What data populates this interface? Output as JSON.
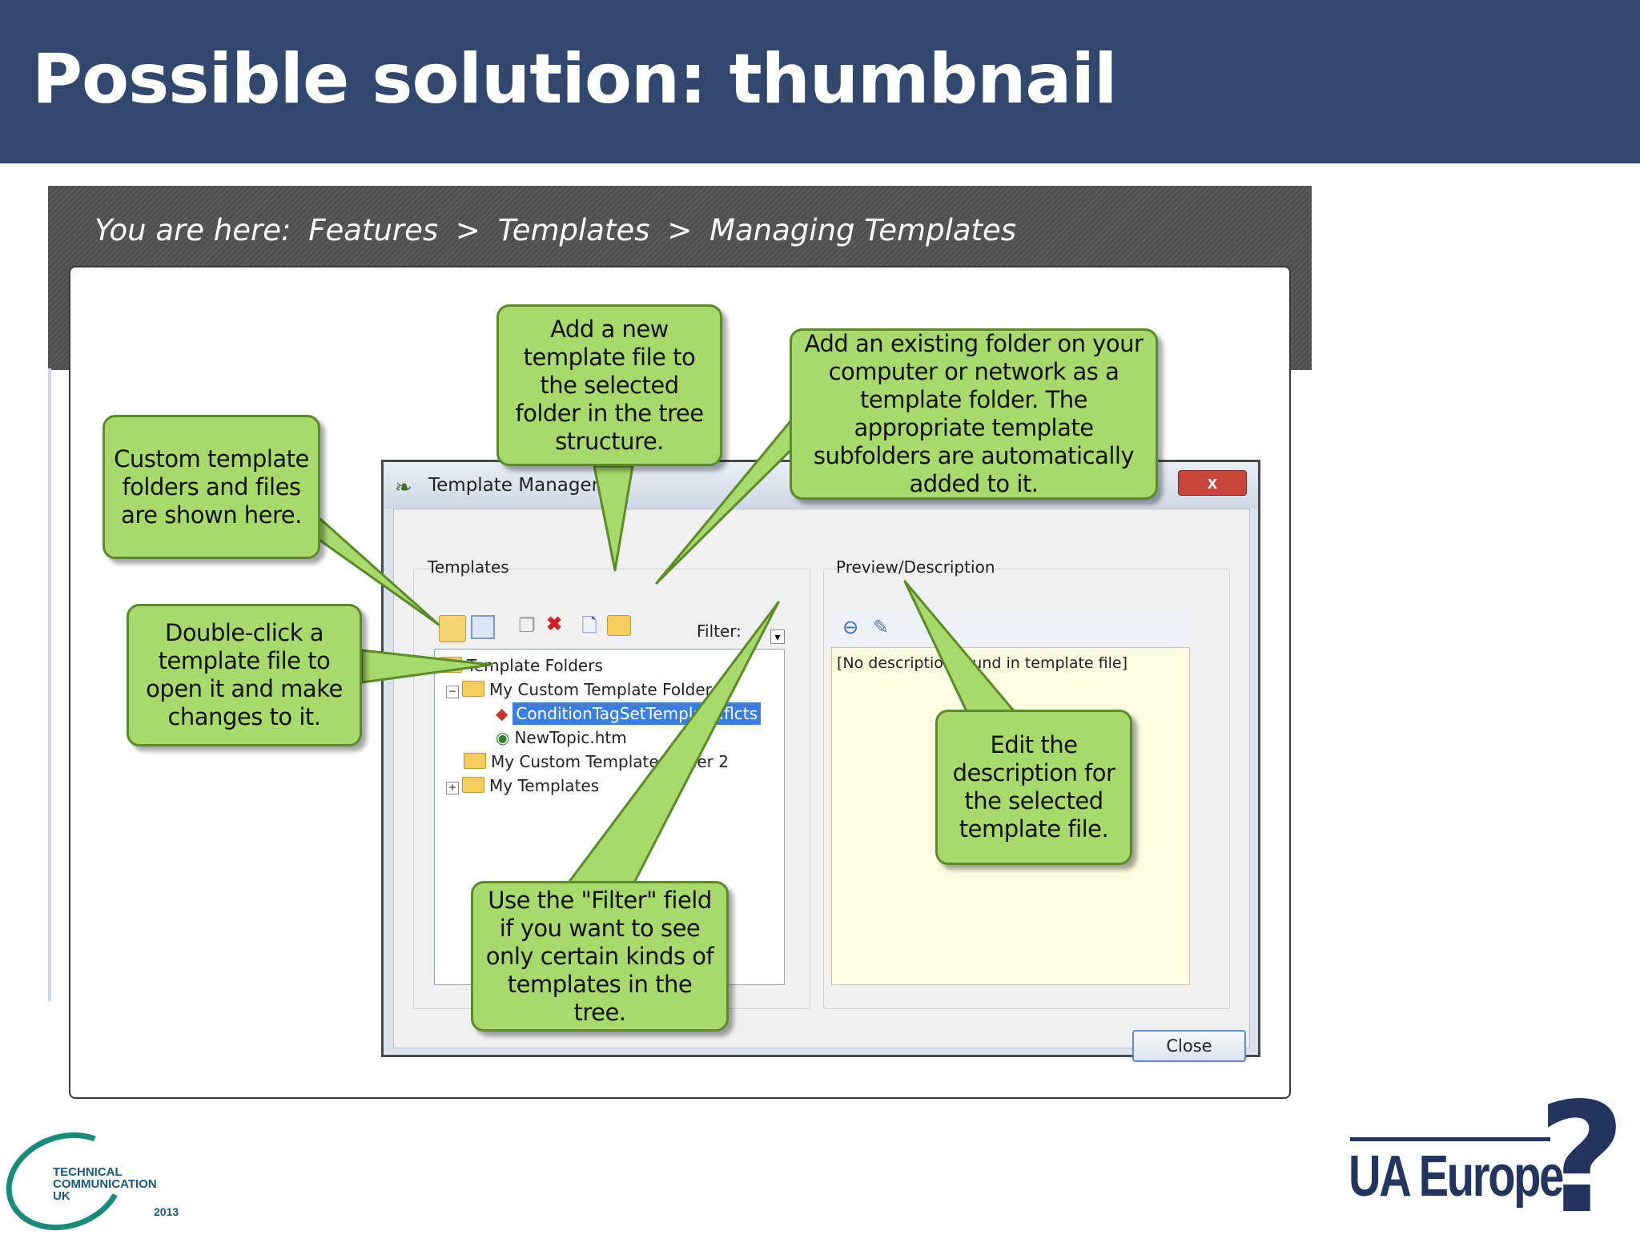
{
  "slide": {
    "title": "Possible solution: thumbnail"
  },
  "breadcrumb": {
    "prefix": "You are here:",
    "items": [
      "Features",
      "Templates",
      "Managing Templates"
    ],
    "separator": ">"
  },
  "dialog": {
    "title": "Template Manager",
    "close_symbol": "x",
    "templates_group_label": "Templates",
    "filter_label": "Filter:",
    "preview_group_label": "Preview/Description",
    "preview_text": "[No description found in template file]",
    "close_button": "Close",
    "tree": {
      "root": "Template Folders",
      "folder1": "My Custom Template Folder 1",
      "file_selected": "ConditionTagSetTemplate.flcts",
      "file2": "NewTopic.htm",
      "folder2": "My Custom Template Folder 2",
      "folder3": "My Templates"
    },
    "icons": [
      "open-folder-icon",
      "grid-view-icon",
      "copy-icon",
      "delete-icon",
      "add-template-file-icon",
      "add-existing-folder-icon",
      "filter-dropdown-icon",
      "preview-refresh-icon",
      "edit-description-icon"
    ]
  },
  "callouts": {
    "custom_folders": "Custom template folders and files are shown here.",
    "double_click": "Double-click a template file to open it and make changes to it.",
    "add_new": "Add a new template file to the selected folder in the tree structure.",
    "add_existing": "Add an existing folder on your computer or network as a template folder. The appropriate template subfolders are automatically added to it.",
    "filter": "Use the \"Filter\" field if you want to see only certain kinds of templates in the tree.",
    "edit_description": "Edit the description for the selected template file."
  },
  "logos": {
    "tcuk_line1": "TECHNICAL",
    "tcuk_line2": "COMMUNICATION",
    "tcuk_line3": "UK",
    "tcuk_year": "2013",
    "ua_europe": "UA Europe",
    "ua_mark": "?"
  },
  "colors": {
    "header_bg": "#31476e",
    "callout_fill": "#a8d96c",
    "callout_border": "#5c8a2a",
    "selection": "#3a7fe0",
    "preview_bg": "#fbfce0"
  }
}
